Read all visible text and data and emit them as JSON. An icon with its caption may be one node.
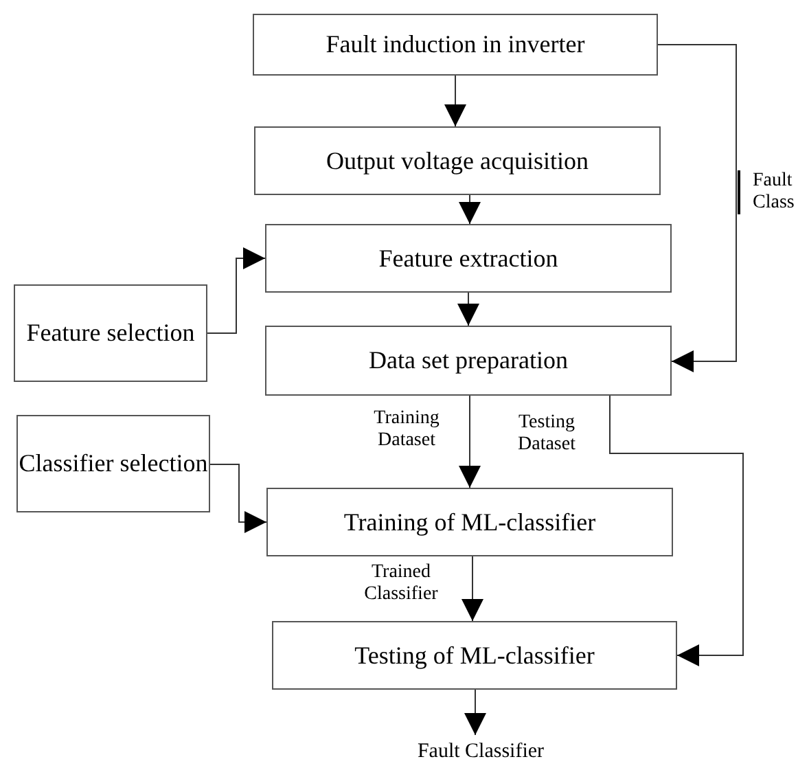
{
  "diagram": {
    "nodes": [
      {
        "text": [
          "Fault induction in inverter"
        ]
      },
      {
        "text": [
          "Output voltage acquisition"
        ]
      },
      {
        "text": [
          "Feature extraction"
        ]
      },
      {
        "text": [
          "Feature selection"
        ]
      },
      {
        "text": [
          "Data set preparation"
        ]
      },
      {
        "text": [
          "Classifier selection"
        ]
      },
      {
        "text": [
          "Training of ML-classifier"
        ]
      },
      {
        "text": [
          "Testing of ML-classifier"
        ]
      },
      {
        "text": [
          "Fault Classifier"
        ]
      }
    ],
    "edges": [
      {
        "from": 0,
        "to": 1,
        "arrow": "to"
      },
      {
        "from": 1,
        "to": 2,
        "arrow": "to"
      },
      {
        "from": 3,
        "to": 2,
        "arrow": "to"
      },
      {
        "from": 0,
        "to": 4,
        "arrow": "to",
        "label": "Fault Class"
      },
      {
        "from": 2,
        "to": 4,
        "arrow": "to"
      },
      {
        "from": 4,
        "to": 6,
        "arrow": "to",
        "label": "Training Dataset"
      },
      {
        "from": 4,
        "to": 7,
        "arrow": "to",
        "label": "Testing Dataset"
      },
      {
        "from": 5,
        "to": 6,
        "arrow": "to"
      },
      {
        "from": 6,
        "to": 7,
        "arrow": "to",
        "label": "Trained Classifier"
      },
      {
        "from": 7,
        "to": 8,
        "arrow": "to"
      }
    ]
  }
}
